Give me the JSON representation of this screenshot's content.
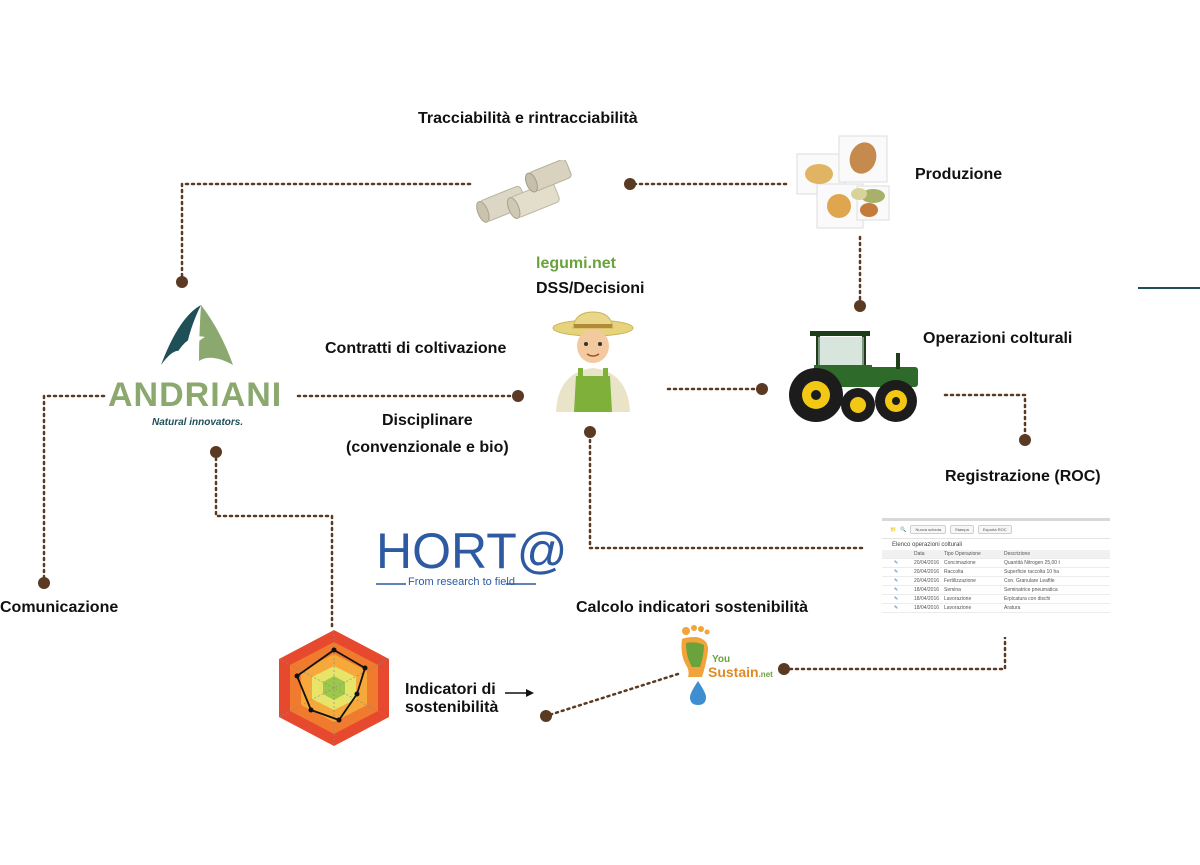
{
  "labels": {
    "tracciabilita": "Tracciabilità e rintracciabilità",
    "produzione": "Produzione",
    "legumi_net": "legumi.net",
    "dss": "DSS/Decisioni",
    "contratti": "Contratti di coltivazione",
    "operazioni": "Operazioni colturali",
    "disciplinare_line1": "Disciplinare",
    "disciplinare_line2": "(convenzionale e bio)",
    "registrazione": "Registrazione (ROC)",
    "comunicazione": "Comunicazione",
    "calcolo": "Calcolo indicatori sostenibilità",
    "indicatori_line1": "Indicatori di",
    "indicatori_line2": "sostenibilità"
  },
  "logos": {
    "andriani_name": "ANDRIANI",
    "andriani_tagline": "Natural innovators.",
    "horta_name": "HORT@",
    "horta_tagline": "From research to field",
    "yousustain_you": "You",
    "yousustain_name": "Sustain",
    "yousustain_suffix": ".net"
  },
  "roc_screenshot": {
    "toolbar_buttons": [
      "Nuova scheda",
      "Stampa",
      "Esporta ROC"
    ],
    "title": "Elenco operazioni colturali",
    "columns": [
      "Data",
      "Tipo Operazione",
      "Descrizione"
    ],
    "rows": [
      [
        "20/04/2016",
        "Concimazione",
        "Quantità Nitrogen 25,00 t"
      ],
      [
        "20/04/2016",
        "Raccolta",
        "Superficie raccolta 10 ha"
      ],
      [
        "20/04/2016",
        "Fertilizzazione",
        "Con. Granulare Leaftle"
      ],
      [
        "18/04/2016",
        "Semina",
        "Seminatrice pneumatica"
      ],
      [
        "18/04/2016",
        "Lavorazione",
        "Erpicatura con dischi"
      ],
      [
        "18/04/2016",
        "Lavorazione",
        "Aratura"
      ]
    ]
  },
  "colors": {
    "connector": "#5a3a22",
    "andriani_teal": "#1f4f57",
    "andriani_sage": "#8ba96e",
    "horta_blue": "#2d5aa0",
    "legumi_green": "#6aa23c",
    "tractor_green": "#2e6b2a",
    "tractor_yellow": "#f2c814",
    "side_rule": "#1f4f57"
  }
}
